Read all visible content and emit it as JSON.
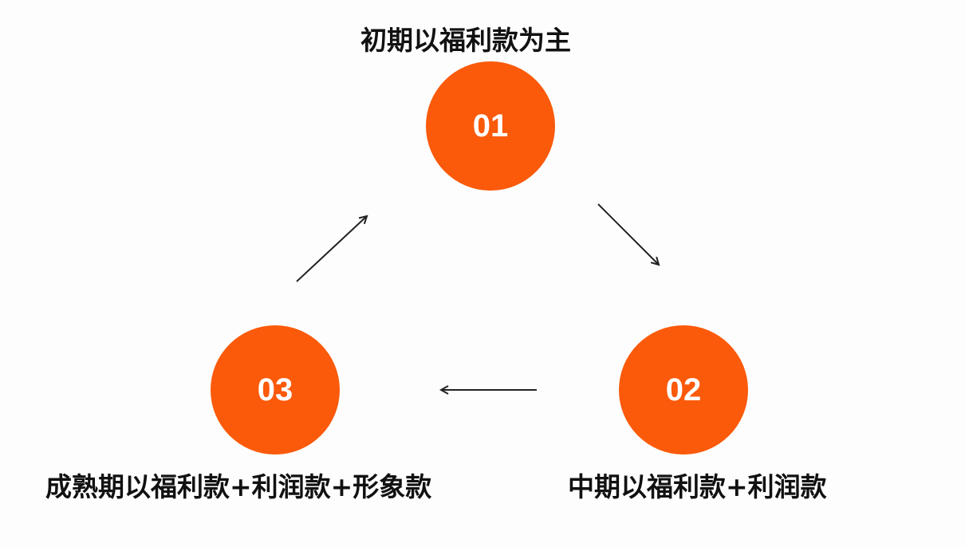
{
  "accent_color": "#fa5a0a",
  "stages": [
    {
      "number": "01",
      "label": "初期以福利款为主"
    },
    {
      "number": "02",
      "label": "中期以福利款+利润款"
    },
    {
      "number": "03",
      "label": "成熟期以福利款+利润款+形象款"
    }
  ]
}
